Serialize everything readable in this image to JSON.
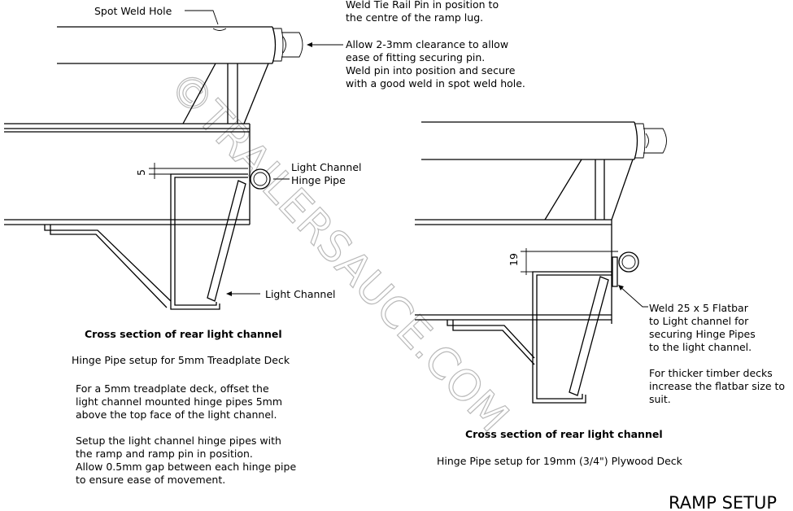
{
  "title": "RAMP SETUP",
  "watermark": "©TRAILERSAUCE.COM",
  "top_notes": {
    "spot_weld_hole": "Spot Weld Hole",
    "tie_rail_pin": [
      "Weld Tie Rail Pin in position to",
      "the centre of the ramp lug."
    ],
    "clearance": [
      "Allow 2-3mm clearance to allow",
      "ease of fitting securing pin.",
      "Weld pin into position and secure",
      "with a good weld in spot weld hole."
    ]
  },
  "left_diagram": {
    "dimension": "5",
    "hinge_pipe_label": [
      "Light Channel",
      "Hinge Pipe"
    ],
    "light_channel_label": "Light Channel",
    "heading": "Cross section of rear light channel",
    "subheading": "Hinge Pipe setup for 5mm Treadplate Deck",
    "paragraph1": [
      "For a 5mm treadplate deck, offset the",
      "light channel mounted hinge pipes 5mm",
      "above the top face of the light channel."
    ],
    "paragraph2": [
      "Setup the light channel hinge pipes with",
      "the ramp and ramp pin in position.",
      "Allow 0.5mm gap between each hinge pipe",
      "to ensure ease of movement."
    ]
  },
  "right_diagram": {
    "dimension": "19",
    "flatbar_note": [
      "Weld 25 x 5 Flatbar",
      "to Light channel for",
      "securing Hinge Pipes",
      "to the light channel."
    ],
    "timber_note": [
      "For thicker timber decks",
      "increase the flatbar size to",
      "suit."
    ],
    "heading": "Cross section of rear light channel",
    "subheading": "Hinge Pipe setup for 19mm (3/4\") Plywood Deck"
  }
}
